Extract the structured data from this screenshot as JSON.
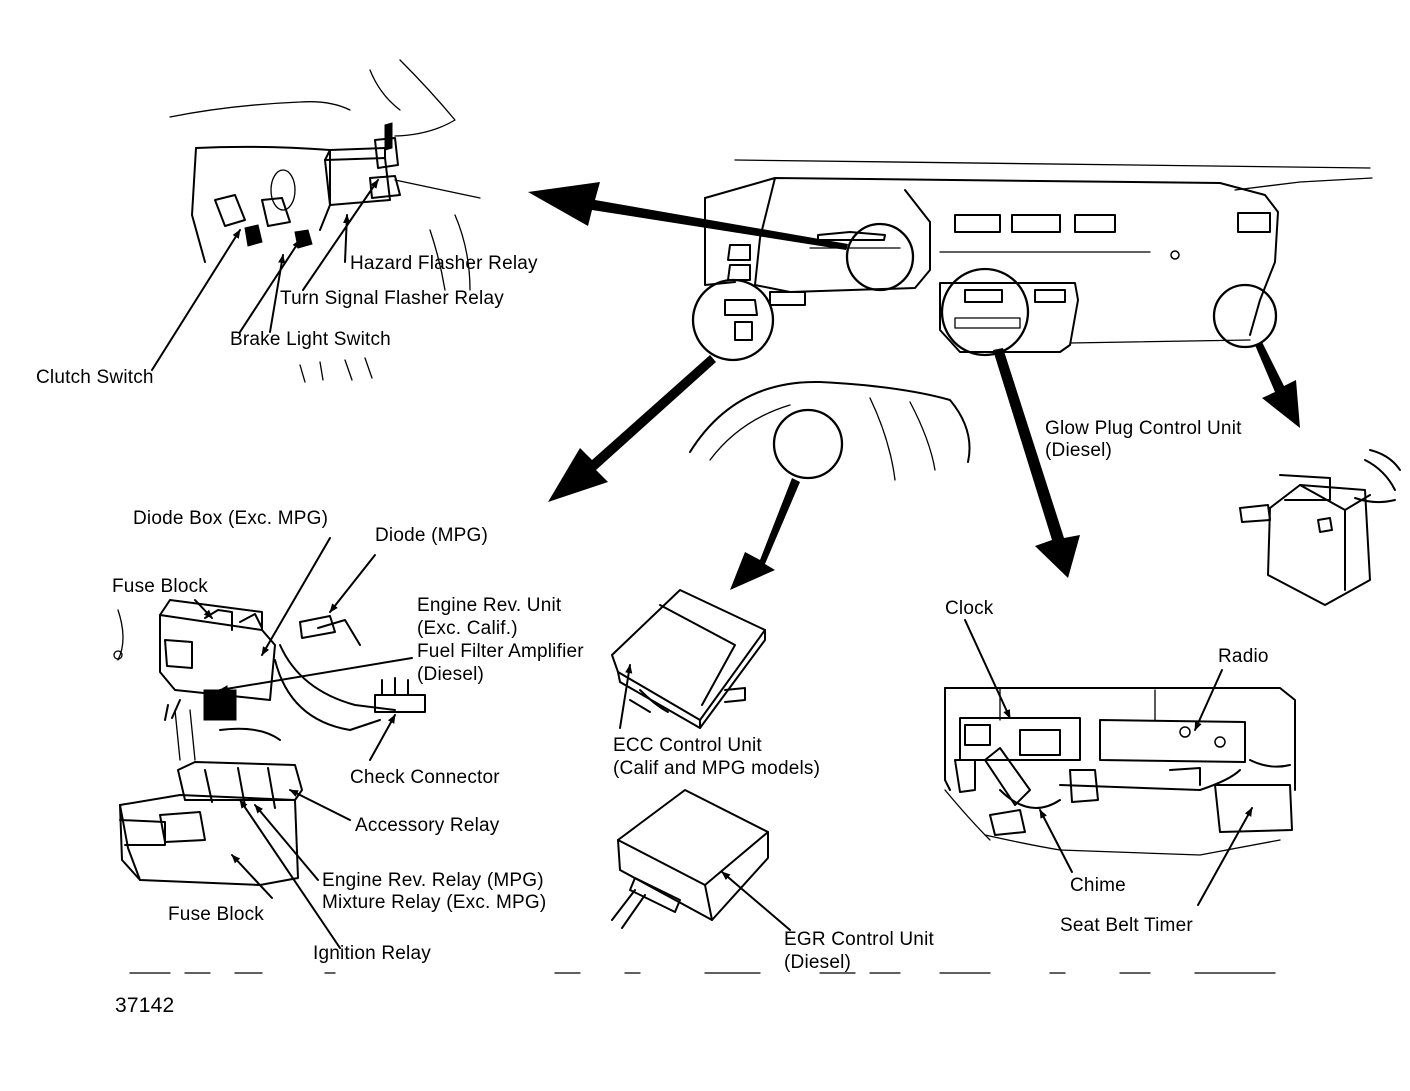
{
  "figure_number": "37142",
  "labels": {
    "hazard_flasher_relay": "Hazard Flasher Relay",
    "turn_signal_flasher_relay": "Turn Signal Flasher Relay",
    "brake_light_switch": "Brake Light Switch",
    "clutch_switch": "Clutch Switch",
    "glow_plug_control_unit": "Glow Plug Control Unit",
    "glow_plug_note": "(Diesel)",
    "diode_box": "Diode Box (Exc. MPG)",
    "diode": "Diode (MPG)",
    "fuse_block_top": "Fuse Block",
    "engine_rev_unit": "Engine Rev. Unit",
    "engine_rev_unit_note": "(Exc. Calif.)",
    "fuel_filter_amplifier": "Fuel Filter Amplifier",
    "fuel_filter_note": "(Diesel)",
    "check_connector": "Check Connector",
    "accessory_relay": "Accessory Relay",
    "engine_rev_relay": "Engine Rev. Relay (MPG)",
    "mixture_relay": "Mixture Relay (Exc. MPG)",
    "fuse_block_bottom": "Fuse Block",
    "ignition_relay": "Ignition Relay",
    "ecc_control_unit": "ECC Control Unit",
    "ecc_note": "(Calif and MPG models)",
    "egr_control_unit": "EGR Control Unit",
    "egr_note": "(Diesel)",
    "clock": "Clock",
    "radio": "Radio",
    "chime": "Chime",
    "seat_belt_timer": "Seat Belt Timer"
  }
}
